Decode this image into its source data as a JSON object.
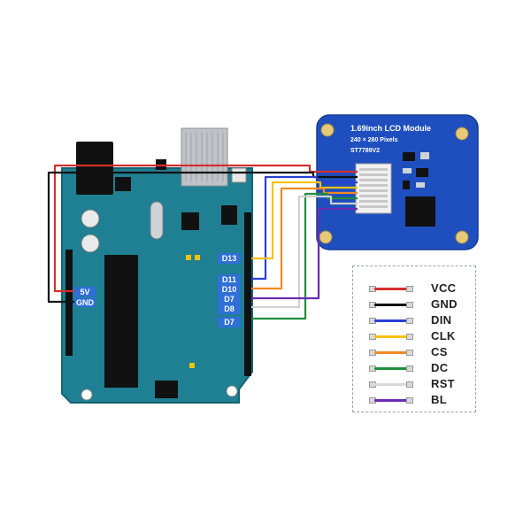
{
  "lcd": {
    "title": "1.69inch LCD Module",
    "resolution": "240 × 280 Pixels",
    "driver": "ST7789V2"
  },
  "arduino": {
    "pin_labels": [
      "D13",
      "D11",
      "D10",
      "D7",
      "D8",
      "D7"
    ],
    "power_labels": [
      "5V",
      "GND"
    ]
  },
  "legend": {
    "items": [
      {
        "label": "VCC",
        "color": "#d32f2f"
      },
      {
        "label": "GND",
        "color": "#111111"
      },
      {
        "label": "DIN",
        "color": "#2b3fd4"
      },
      {
        "label": "CLK",
        "color": "#f4c20d"
      },
      {
        "label": "CS",
        "color": "#f08a24"
      },
      {
        "label": "DC",
        "color": "#1e8f3e"
      },
      {
        "label": "RST",
        "color": "#d9d9d9"
      },
      {
        "label": "BL",
        "color": "#6a2bb3"
      }
    ]
  },
  "colors": {
    "board": "#1f7f93",
    "board_edge": "#156474",
    "lcd_board": "#1f4fbf",
    "pin_highlight": "#2f6fd6"
  }
}
